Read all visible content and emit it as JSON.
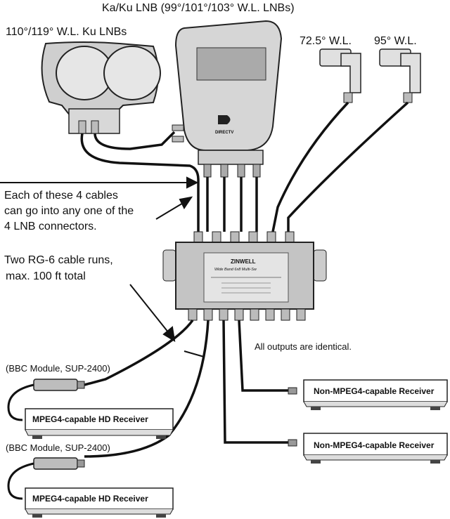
{
  "labels": {
    "kaku_title": "Ka/Ku LNB (99°/101°/103° W.L. LNBs)",
    "ku_title": "110°/119° W.L. Ku LNBs",
    "lnb_725": "72.5° W.L.",
    "lnb_95": "95° W.L.",
    "cables_note": [
      "Each of these 4 cables",
      "can go into any one of the",
      "4 LNB connectors."
    ],
    "rg6_note": [
      "Two RG-6 cable runs,",
      "max. 100 ft total"
    ],
    "outputs_note": "All outputs are identical.",
    "bbc_module_1": "(BBC Module, SUP-2400)",
    "bbc_module_2": "(BBC Module, SUP-2400)",
    "receiver_hd_1": "MPEG4-capable HD Receiver",
    "receiver_hd_2": "MPEG4-capable HD Receiver",
    "receiver_non_1": "Non-MPEG4-capable Receiver",
    "receiver_non_2": "Non-MPEG4-capable Receiver",
    "brand": "DIRECTV",
    "switch_brand": "ZINWELL",
    "switch_model": "Wide Band 6x8 Multi-Sw"
  }
}
